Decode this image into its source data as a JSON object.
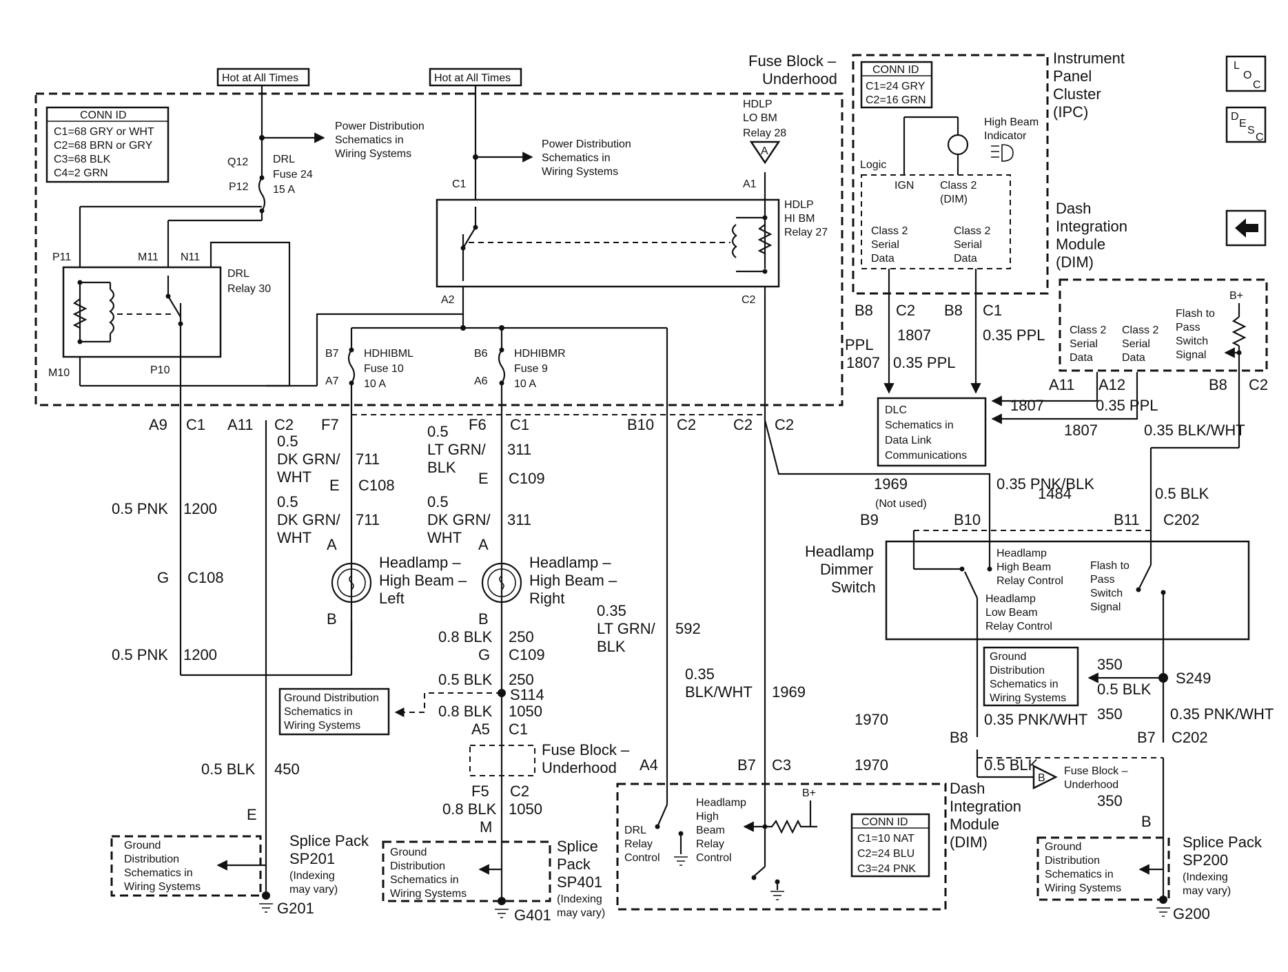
{
  "hot_labels": [
    "Hot at All Times",
    "Hot at All Times"
  ],
  "fuse_block_title": [
    "Fuse Block –",
    "Underhood"
  ],
  "ipc_title": [
    "Instrument",
    "Panel",
    "Cluster",
    "(IPC)"
  ],
  "dim_title": [
    "Dash",
    "Integration",
    "Module",
    "(DIM)"
  ],
  "nav": {
    "loc": [
      "L",
      "O",
      "C"
    ],
    "desc": [
      "D",
      "E",
      "S",
      "C"
    ],
    "back": "⬅"
  },
  "conn_fb": {
    "title": "CONN ID",
    "rows": [
      "C1=68 GRY or WHT",
      "C2=68 BRN or GRY",
      "C3=68 BLK",
      "C4=2 GRN"
    ]
  },
  "conn_ipc": {
    "title": "CONN ID",
    "rows": [
      "C1=24 GRY",
      "C2=16 GRN"
    ]
  },
  "conn_dim": {
    "title": "CONN ID",
    "rows": [
      "C1=10 NAT",
      "C2=24 BLU",
      "C3=24 PNK"
    ]
  },
  "power_dist": [
    "Power Distribution",
    "Schematics in",
    "Wiring Systems"
  ],
  "ground_dist": [
    "Ground",
    "Distribution",
    "Schematics in",
    "Wiring Systems"
  ],
  "ground_dist_single": [
    "Ground Distribution",
    "Schematics in",
    "Wiring Systems"
  ],
  "dlc": [
    "DLC",
    "Schematics in",
    "Data Link",
    "Communications"
  ],
  "drl_fuse": [
    "DRL",
    "Fuse 24",
    "15 A"
  ],
  "drl_relay": [
    "DRL",
    "Relay 30"
  ],
  "hdlp_lo": [
    "HDLP",
    "LO BM",
    "Relay 28"
  ],
  "hdlp_hi": [
    "HDLP",
    "HI BM",
    "Relay 27"
  ],
  "hdhibml": [
    "HDHIBML",
    "Fuse 10",
    "10 A"
  ],
  "hdhibmr": [
    "HDHIBMR",
    "Fuse 9",
    "10 A"
  ],
  "high_beam_ind": [
    "High Beam",
    "Indicator"
  ],
  "logic": "Logic",
  "ign": "IGN",
  "class2_dim": [
    "Class 2",
    "(DIM)"
  ],
  "class2_serial": [
    "Class 2",
    "Serial",
    "Data"
  ],
  "flash_pass_signal": [
    "Flash to",
    "Pass",
    "Switch",
    "Signal"
  ],
  "b_plus": "B+",
  "headlamp_left": [
    "Headlamp –",
    "High Beam –",
    "Left"
  ],
  "headlamp_right": [
    "Headlamp –",
    "High Beam –",
    "Right"
  ],
  "dimmer_switch": [
    "Headlamp",
    "Dimmer",
    "Switch"
  ],
  "hb_relay_control": [
    "Headlamp",
    "High Beam",
    "Relay Control"
  ],
  "lb_relay_control": [
    "Headlamp",
    "Low Beam",
    "Relay Control"
  ],
  "fp_switch_signal": [
    "Flash to",
    "Pass",
    "Switch",
    "Signal"
  ],
  "drl_relay_control": [
    "DRL",
    "Relay",
    "Control"
  ],
  "hb_relay_control_dim": [
    "Headlamp",
    "High",
    "Beam",
    "Relay",
    "Control"
  ],
  "fuse_block_mid": [
    "Fuse Block –",
    "Underhood"
  ],
  "fuse_block_b": [
    "Fuse Block –",
    "Underhood"
  ],
  "splice_sp201": [
    "Splice Pack",
    "SP201",
    "(Indexing",
    "may vary)"
  ],
  "splice_sp401": [
    "Splice",
    "Pack",
    "SP401",
    "(Indexing",
    "may vary)"
  ],
  "splice_sp200": [
    "Splice Pack",
    "SP200",
    "(Indexing",
    "may vary)"
  ],
  "grounds": [
    "G201",
    "G401",
    "G200"
  ],
  "not_used": "(Not used)",
  "pins": [
    "Q12",
    "P12",
    "P11",
    "M11",
    "N11",
    "M10",
    "P10",
    "C1",
    "A1",
    "A2",
    "C2",
    "B7",
    "A7",
    "B6",
    "A6",
    "A",
    "B",
    "E",
    "M",
    "B8",
    "C1",
    "C2",
    "A11",
    "A12",
    "B8",
    "C2",
    "B9",
    "B10",
    "B11",
    "C202",
    "S249",
    "B8",
    "B7",
    "C202",
    "S114",
    "A5",
    "C1",
    "F5",
    "C2",
    "A4",
    "B7",
    "C3",
    "B",
    "A",
    "B",
    "G",
    "E"
  ],
  "circuits": [
    "A9",
    "C1",
    "A11",
    "C2",
    "F7",
    "C1",
    "B10",
    "C2",
    "C2",
    "C2",
    "F6",
    "0.5 PNK",
    "1200",
    "G",
    "C108",
    "0.5 PNK",
    "1200",
    "0.5",
    "DK GRN/",
    "WHT",
    "711",
    "E",
    "C108",
    "0.5",
    "DK GRN/",
    "WHT",
    "711",
    "0.5",
    "LT GRN/",
    "BLK",
    "311",
    "E",
    "C109",
    "0.5",
    "DK GRN/",
    "WHT",
    "311",
    "0.8 BLK",
    "250",
    "G",
    "C109",
    "0.5 BLK",
    "250",
    "0.8 BLK",
    "1050",
    "0.35",
    "LT GRN/",
    "BLK",
    "592",
    "0.35",
    "BLK/WHT",
    "1969",
    "0.5 BLK",
    "450",
    "0.8 BLK",
    "1050",
    "0.35",
    "PPL",
    "1807",
    "0.35 PPL",
    "1807",
    "0.35 PPL",
    "1807",
    "0.35 PPL",
    "1807",
    "0.35 BLK/WHT",
    "1969",
    "0.35 PNK/BLK",
    "1484",
    "0.5 BLK",
    "350",
    "0.5 BLK",
    "350",
    "0.35 PNK/WHT",
    "1970",
    "0.35 PNK/WHT",
    "1970",
    "0.5 BLK",
    "350"
  ]
}
